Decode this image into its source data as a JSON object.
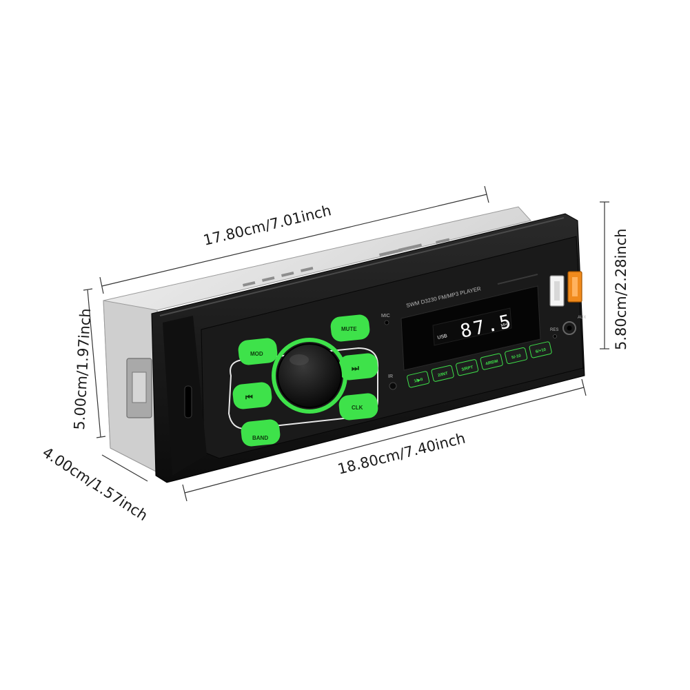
{
  "dimensions": {
    "top_length": "17.80cm/7.01inch",
    "bottom_length": "18.80cm/7.40inch",
    "left_height": "5.00cm/1.97inch",
    "right_height": "5.80cm/2.28inch",
    "depth": "4.00cm/1.57inch"
  },
  "device": {
    "model": "SWM D3230 FM/MP3 PLAYER",
    "mic_label": "MIC",
    "ir_label": "IR",
    "res_label": "RES",
    "aux_label": "AUX",
    "display": {
      "frequency": "87.5",
      "unit": "MHz",
      "source": "USB"
    },
    "buttons": {
      "mod": "MOD",
      "mute": "MUTE",
      "prev": "⏮",
      "next": "⏭",
      "clk": "CLK",
      "band": "BAND"
    },
    "presets": [
      "1/▶II",
      "2/INT",
      "3/RPT",
      "4/RDM",
      "5/-10",
      "6/+10"
    ]
  },
  "colors": {
    "button_green": "#3ee24a",
    "body_black": "#161616",
    "chassis_silver": "#d9d9d9",
    "usb_orange": "#f08a1c"
  }
}
